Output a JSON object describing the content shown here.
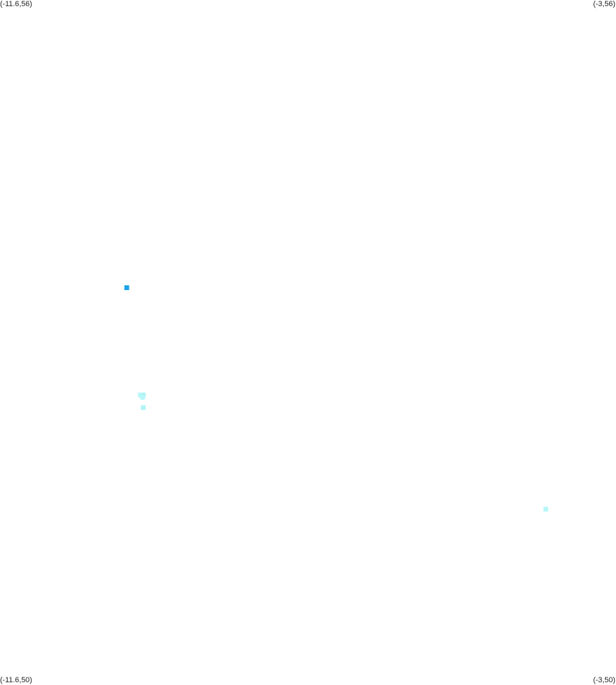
{
  "corners": {
    "top_left": "(-11.6,56)",
    "top_right": "(-3,56)",
    "bottom_left": "(-11.6,50)",
    "bottom_right": "(-3,50)"
  },
  "extent": {
    "lon_min": -11.6,
    "lon_max": -3,
    "lat_min": 50,
    "lat_max": 56
  },
  "points": [
    {
      "lon": -9.83,
      "lat": 53.48,
      "color": "#1aa3e8"
    },
    {
      "lon": -9.64,
      "lat": 52.54,
      "color": "#b8f6f8"
    },
    {
      "lon": -9.6,
      "lat": 52.54,
      "color": "#aef3f6"
    },
    {
      "lon": -9.61,
      "lat": 52.52,
      "color": "#b8f6f8"
    },
    {
      "lon": -9.6,
      "lat": 52.43,
      "color": "#b2f4f6"
    },
    {
      "lon": -3.98,
      "lat": 51.54,
      "color": "#b8f6f8"
    }
  ]
}
